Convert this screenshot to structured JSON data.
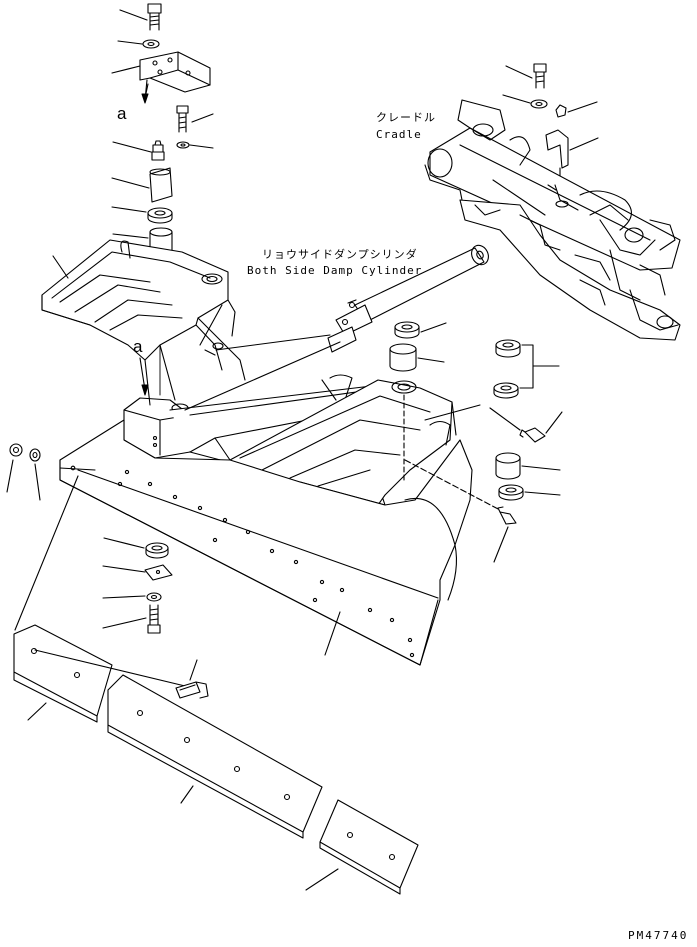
{
  "labels": {
    "cradle_jp": "クレードル",
    "cradle_en": "Cradle",
    "cylinder_jp": "リョウサイドダンプシリンダ",
    "cylinder_en": "Both Side Damp Cylinder",
    "ref_a_upper": "a",
    "ref_a_lower": "a",
    "drawing_no": "PM47740"
  }
}
